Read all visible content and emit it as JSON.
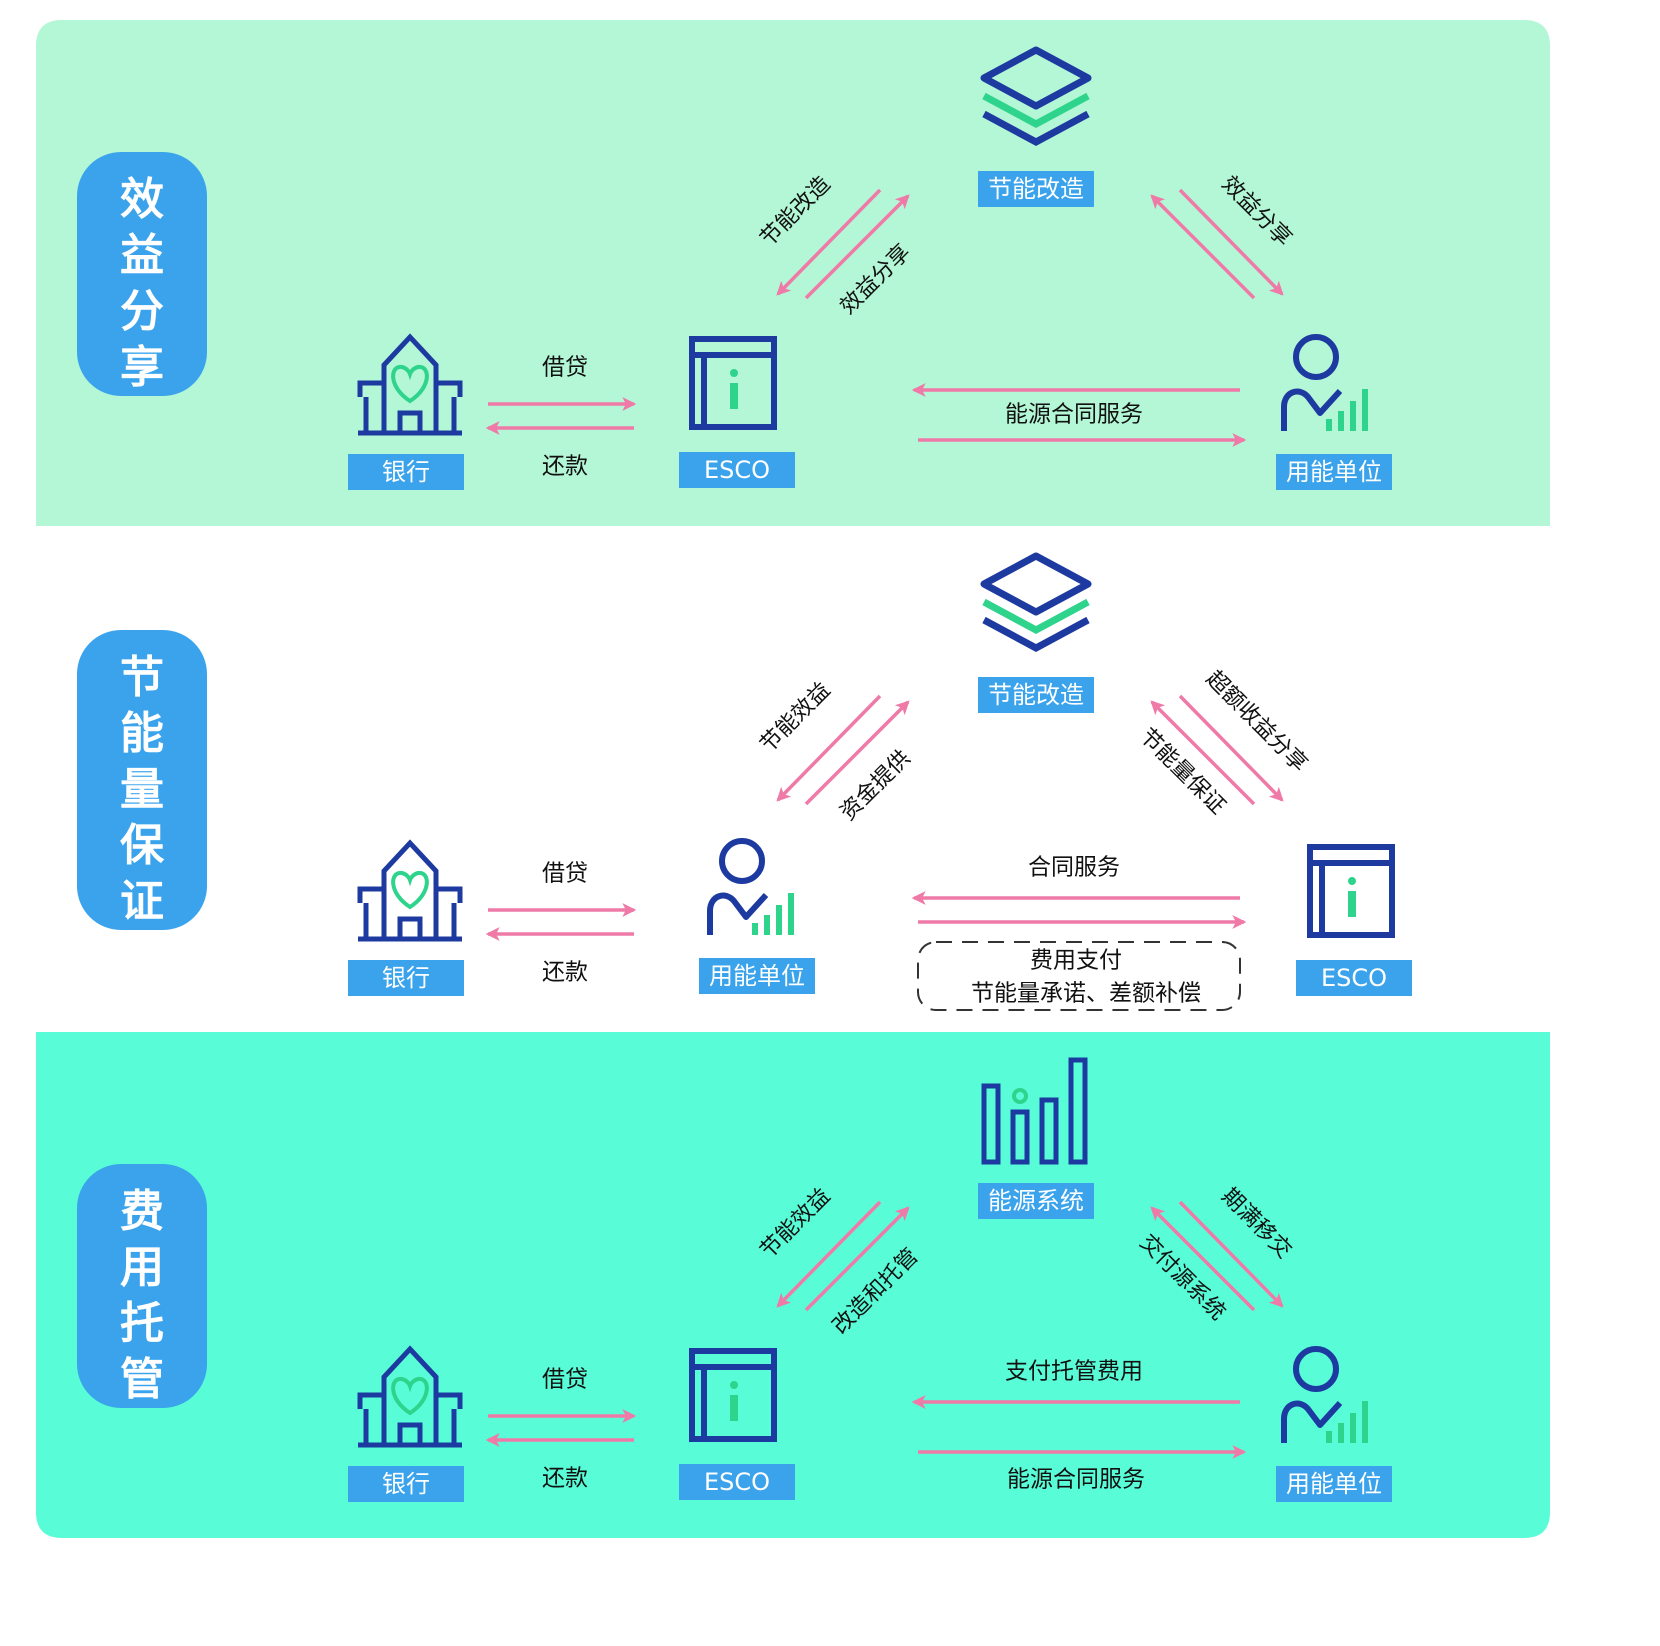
{
  "colors": {
    "band_top": "#b3f7d6",
    "band_middle": "#ffffff",
    "band_bottom": "#58fdd7",
    "side_badge": "#3aa3ec",
    "tag_fill": "#3aa3ec",
    "arrow": "#ef7aa7",
    "icon_navy": "#1d3aa0",
    "icon_green": "#2ed38c"
  },
  "sections": [
    {
      "title": "效益分享",
      "top_node": {
        "icon": "layers-icon",
        "label": "节能改造"
      },
      "bank": {
        "icon": "bank-icon",
        "label": "银行"
      },
      "middle_node": {
        "icon": "info-panel-icon",
        "label": "ESCO"
      },
      "right_node": {
        "icon": "user-chart-icon",
        "label": "用能单位"
      },
      "loan_label": "借贷",
      "repay_label": "还款",
      "left_diagonal": {
        "upper": "节能改造",
        "lower": "效益分享"
      },
      "right_diagonal": {
        "upper": "效益分享",
        "lower": ""
      },
      "horizontal": {
        "upper": "",
        "middle": "能源合同服务",
        "lower": ""
      },
      "dashed_note": {
        "line1": "",
        "line2": ""
      }
    },
    {
      "title": "节能量保证",
      "top_node": {
        "icon": "layers-icon",
        "label": "节能改造"
      },
      "bank": {
        "icon": "bank-icon",
        "label": "银行"
      },
      "middle_node": {
        "icon": "user-chart-icon",
        "label": "用能单位"
      },
      "right_node": {
        "icon": "info-panel-icon",
        "label": "ESCO"
      },
      "loan_label": "借贷",
      "repay_label": "还款",
      "left_diagonal": {
        "upper": "节能效益",
        "lower": "资金提供"
      },
      "right_diagonal": {
        "upper": "超额收益分享",
        "lower": "节能量保证"
      },
      "horizontal": {
        "upper": "合同服务",
        "middle": "",
        "lower": ""
      },
      "dashed_note": {
        "line1": "费用支付",
        "line2": "节能量承诺、差额补偿"
      }
    },
    {
      "title": "费用托管",
      "top_node": {
        "icon": "bar-chart-icon",
        "label": "能源系统"
      },
      "bank": {
        "icon": "bank-icon",
        "label": "银行"
      },
      "middle_node": {
        "icon": "info-panel-icon",
        "label": "ESCO"
      },
      "right_node": {
        "icon": "user-chart-icon",
        "label": "用能单位"
      },
      "loan_label": "借贷",
      "repay_label": "还款",
      "left_diagonal": {
        "upper": "节能效益",
        "lower": "改造和托管"
      },
      "right_diagonal": {
        "upper": "期满移交",
        "lower": "交付源系统"
      },
      "horizontal": {
        "upper": "支付托管费用",
        "middle": "",
        "lower": "能源合同服务"
      },
      "dashed_note": {
        "line1": "",
        "line2": ""
      }
    }
  ]
}
